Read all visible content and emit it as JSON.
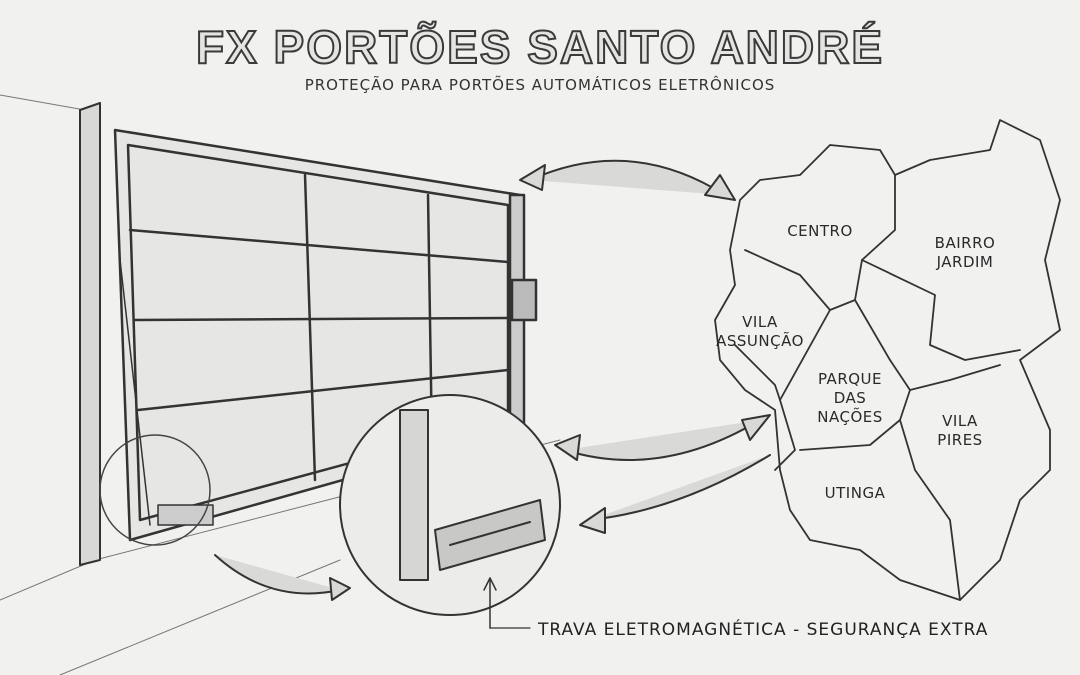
{
  "header": {
    "title": "FX PORTÕES SANTO ANDRÉ",
    "subtitle": "PROTEÇÃO PARA PORTÕES AUTOMÁTICOS ELETRÔNICOS"
  },
  "map": {
    "districts": [
      {
        "name": "CENTRO"
      },
      {
        "name": "BAIRRO JARDIM"
      },
      {
        "name": "VILA ASSUNÇÃO"
      },
      {
        "name": "PARQUE DAS NAÇÕES"
      },
      {
        "name": "VILA PIRES"
      },
      {
        "name": "UTINGA"
      }
    ]
  },
  "caption": "TRAVA ELETROMAGNÉTICA - SEGURANÇA EXTRA",
  "colors": {
    "ink": "#2a2a2a",
    "paper": "#f1f1ef"
  }
}
